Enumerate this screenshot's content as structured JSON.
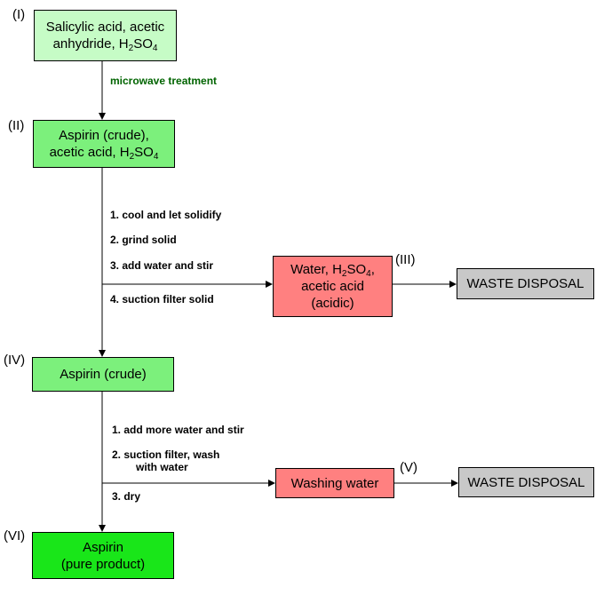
{
  "stages": {
    "s1": {
      "label": "(I)",
      "line1": "Salicylic acid, acetic",
      "l2a": "anhydride, H",
      "l2s1": "2",
      "l2b": "SO",
      "l2s2": "4"
    },
    "s2": {
      "label": "(II)",
      "line1": "Aspirin (crude),",
      "l2a": "acetic acid, H",
      "l2s1": "2",
      "l2b": "SO",
      "l2s2": "4"
    },
    "s3": {
      "label": "(III)",
      "l1a": "Water, H",
      "l1s1": "2",
      "l1b": "SO",
      "l1s2": "4",
      "l1c": ",",
      "line2": "acetic acid",
      "line3": "(acidic)"
    },
    "s4": {
      "label": "(IV)",
      "line1": "Aspirin (crude)"
    },
    "s5": {
      "label": "(V)",
      "line1": "Washing water"
    },
    "s6": {
      "label": "(VI)",
      "line1": "Aspirin",
      "line2": "(pure product)"
    }
  },
  "waste": {
    "w1": "WASTE DISPOSAL",
    "w2": "WASTE DISPOSAL"
  },
  "transitions": {
    "t1": "microwave treatment",
    "t2": [
      "1. cool and let solidify",
      "2. grind solid",
      "3. add water and stir",
      "4. suction filter solid"
    ],
    "t3": [
      "1. add more water and stir",
      "2. suction filter, wash",
      "with water",
      "3. dry"
    ]
  },
  "colors": {
    "light_green": "#c6fcc6",
    "mid_green": "#7cf07c",
    "bright_green": "#19e619",
    "red": "#ff8080",
    "grey": "#c8c8c8",
    "note_green": "#006400"
  }
}
